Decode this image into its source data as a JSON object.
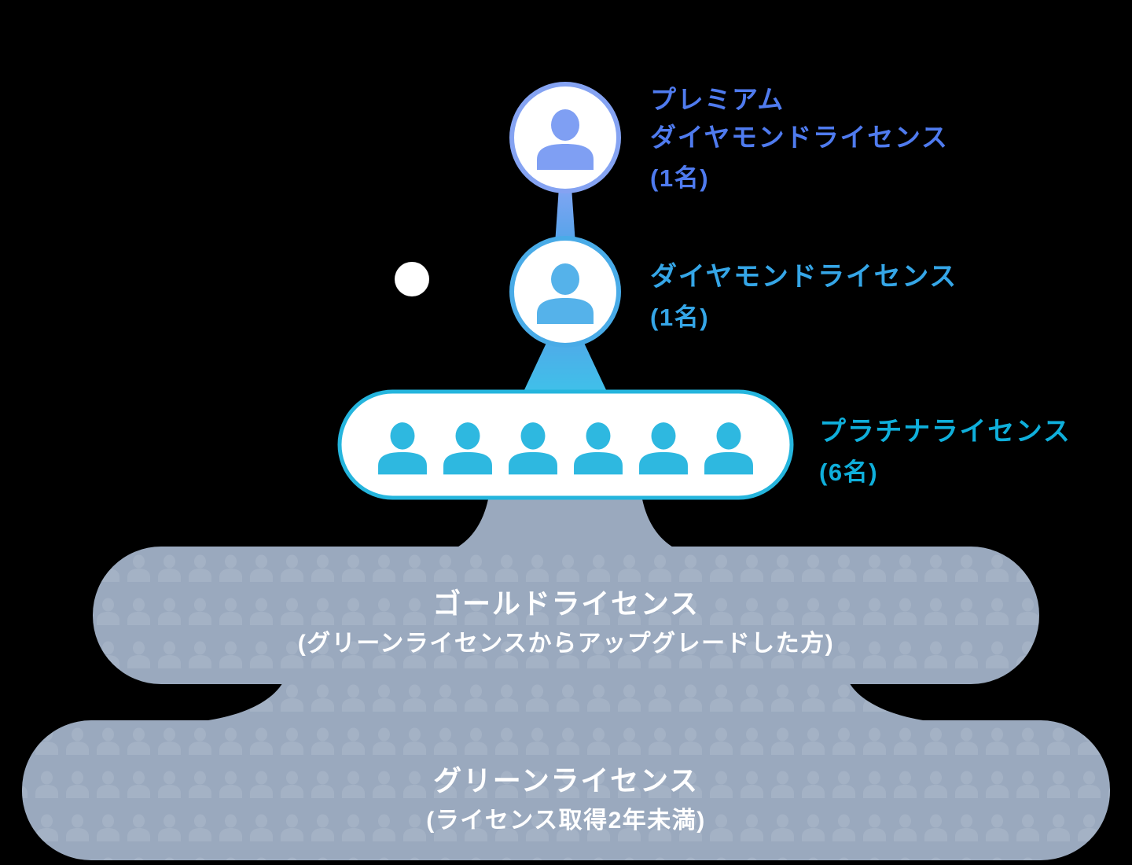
{
  "diagram_title": "license-hierarchy-pyramid",
  "colors": {
    "background": "#000000",
    "premium_text": "#4F7BEF",
    "premium_stroke": "#85A3F2",
    "premium_person": "#7F9FF3",
    "diamond_text": "#35A6E7",
    "diamond_stroke": "#49ABE7",
    "diamond_person": "#55B2EA",
    "platinum_text": "#0FAFDB",
    "platinum_stroke": "#25B5DD",
    "platinum_person": "#2EB8E0",
    "connector_cyan": "#43BFE8",
    "gray_blob": "#9AA9BE",
    "label_on_gray": "#FFFFFF"
  },
  "levels": [
    {
      "id": "premium-diamond",
      "label_line1": "プレミアム",
      "label_line2": "ダイヤモンドライセンス",
      "count": "(1名)",
      "member_icons": 1
    },
    {
      "id": "diamond",
      "label": "ダイヤモンドライセンス",
      "count": "(1名)",
      "member_icons": 1
    },
    {
      "id": "platinum",
      "label": "プラチナライセンス",
      "count": "(6名)",
      "member_icons": 6
    },
    {
      "id": "gold",
      "label": "ゴールドライセンス",
      "note": "(グリーンライセンスからアップグレードした方)"
    },
    {
      "id": "green",
      "label": "グリーンライセンス",
      "note": "(ライセンス取得2年未満)"
    }
  ]
}
